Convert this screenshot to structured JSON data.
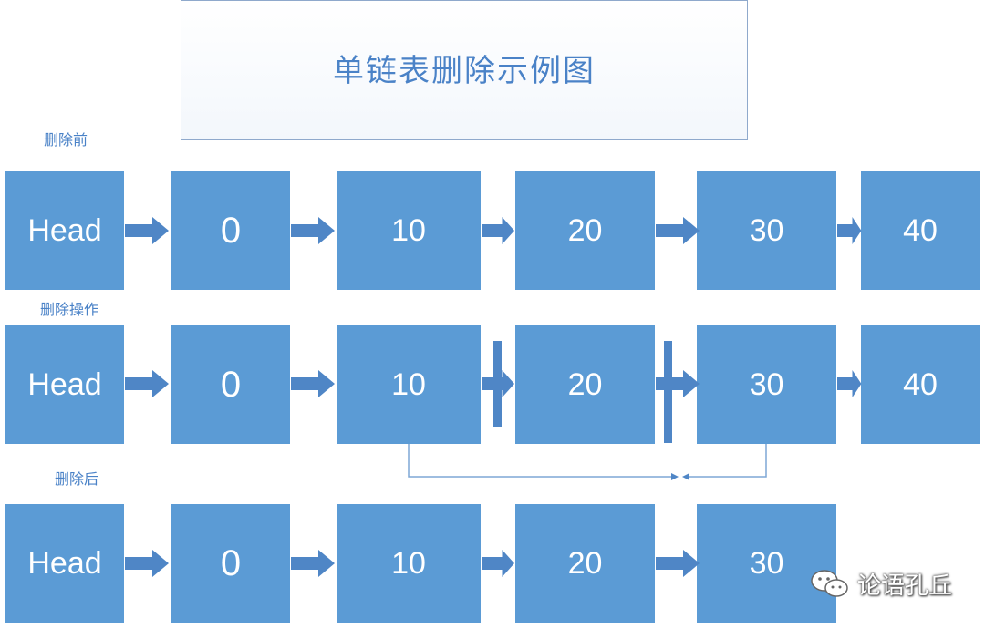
{
  "title": "单链表删除示例图",
  "rows": [
    {
      "label": "删除前",
      "nodes": [
        "Head",
        "0",
        "10",
        "20",
        "30",
        "40"
      ]
    },
    {
      "label": "删除操作",
      "nodes": [
        "Head",
        "0",
        "10",
        "20",
        "30",
        "40"
      ]
    },
    {
      "label": "删除后",
      "nodes": [
        "Head",
        "0",
        "10",
        "20",
        "30"
      ]
    }
  ],
  "watermark": {
    "text": "论语孔丘",
    "icon": "wechat-icon"
  },
  "colors": {
    "node_fill": "#5b9bd5",
    "arrow": "#4f86c6",
    "text_accent": "#4a82c7"
  }
}
